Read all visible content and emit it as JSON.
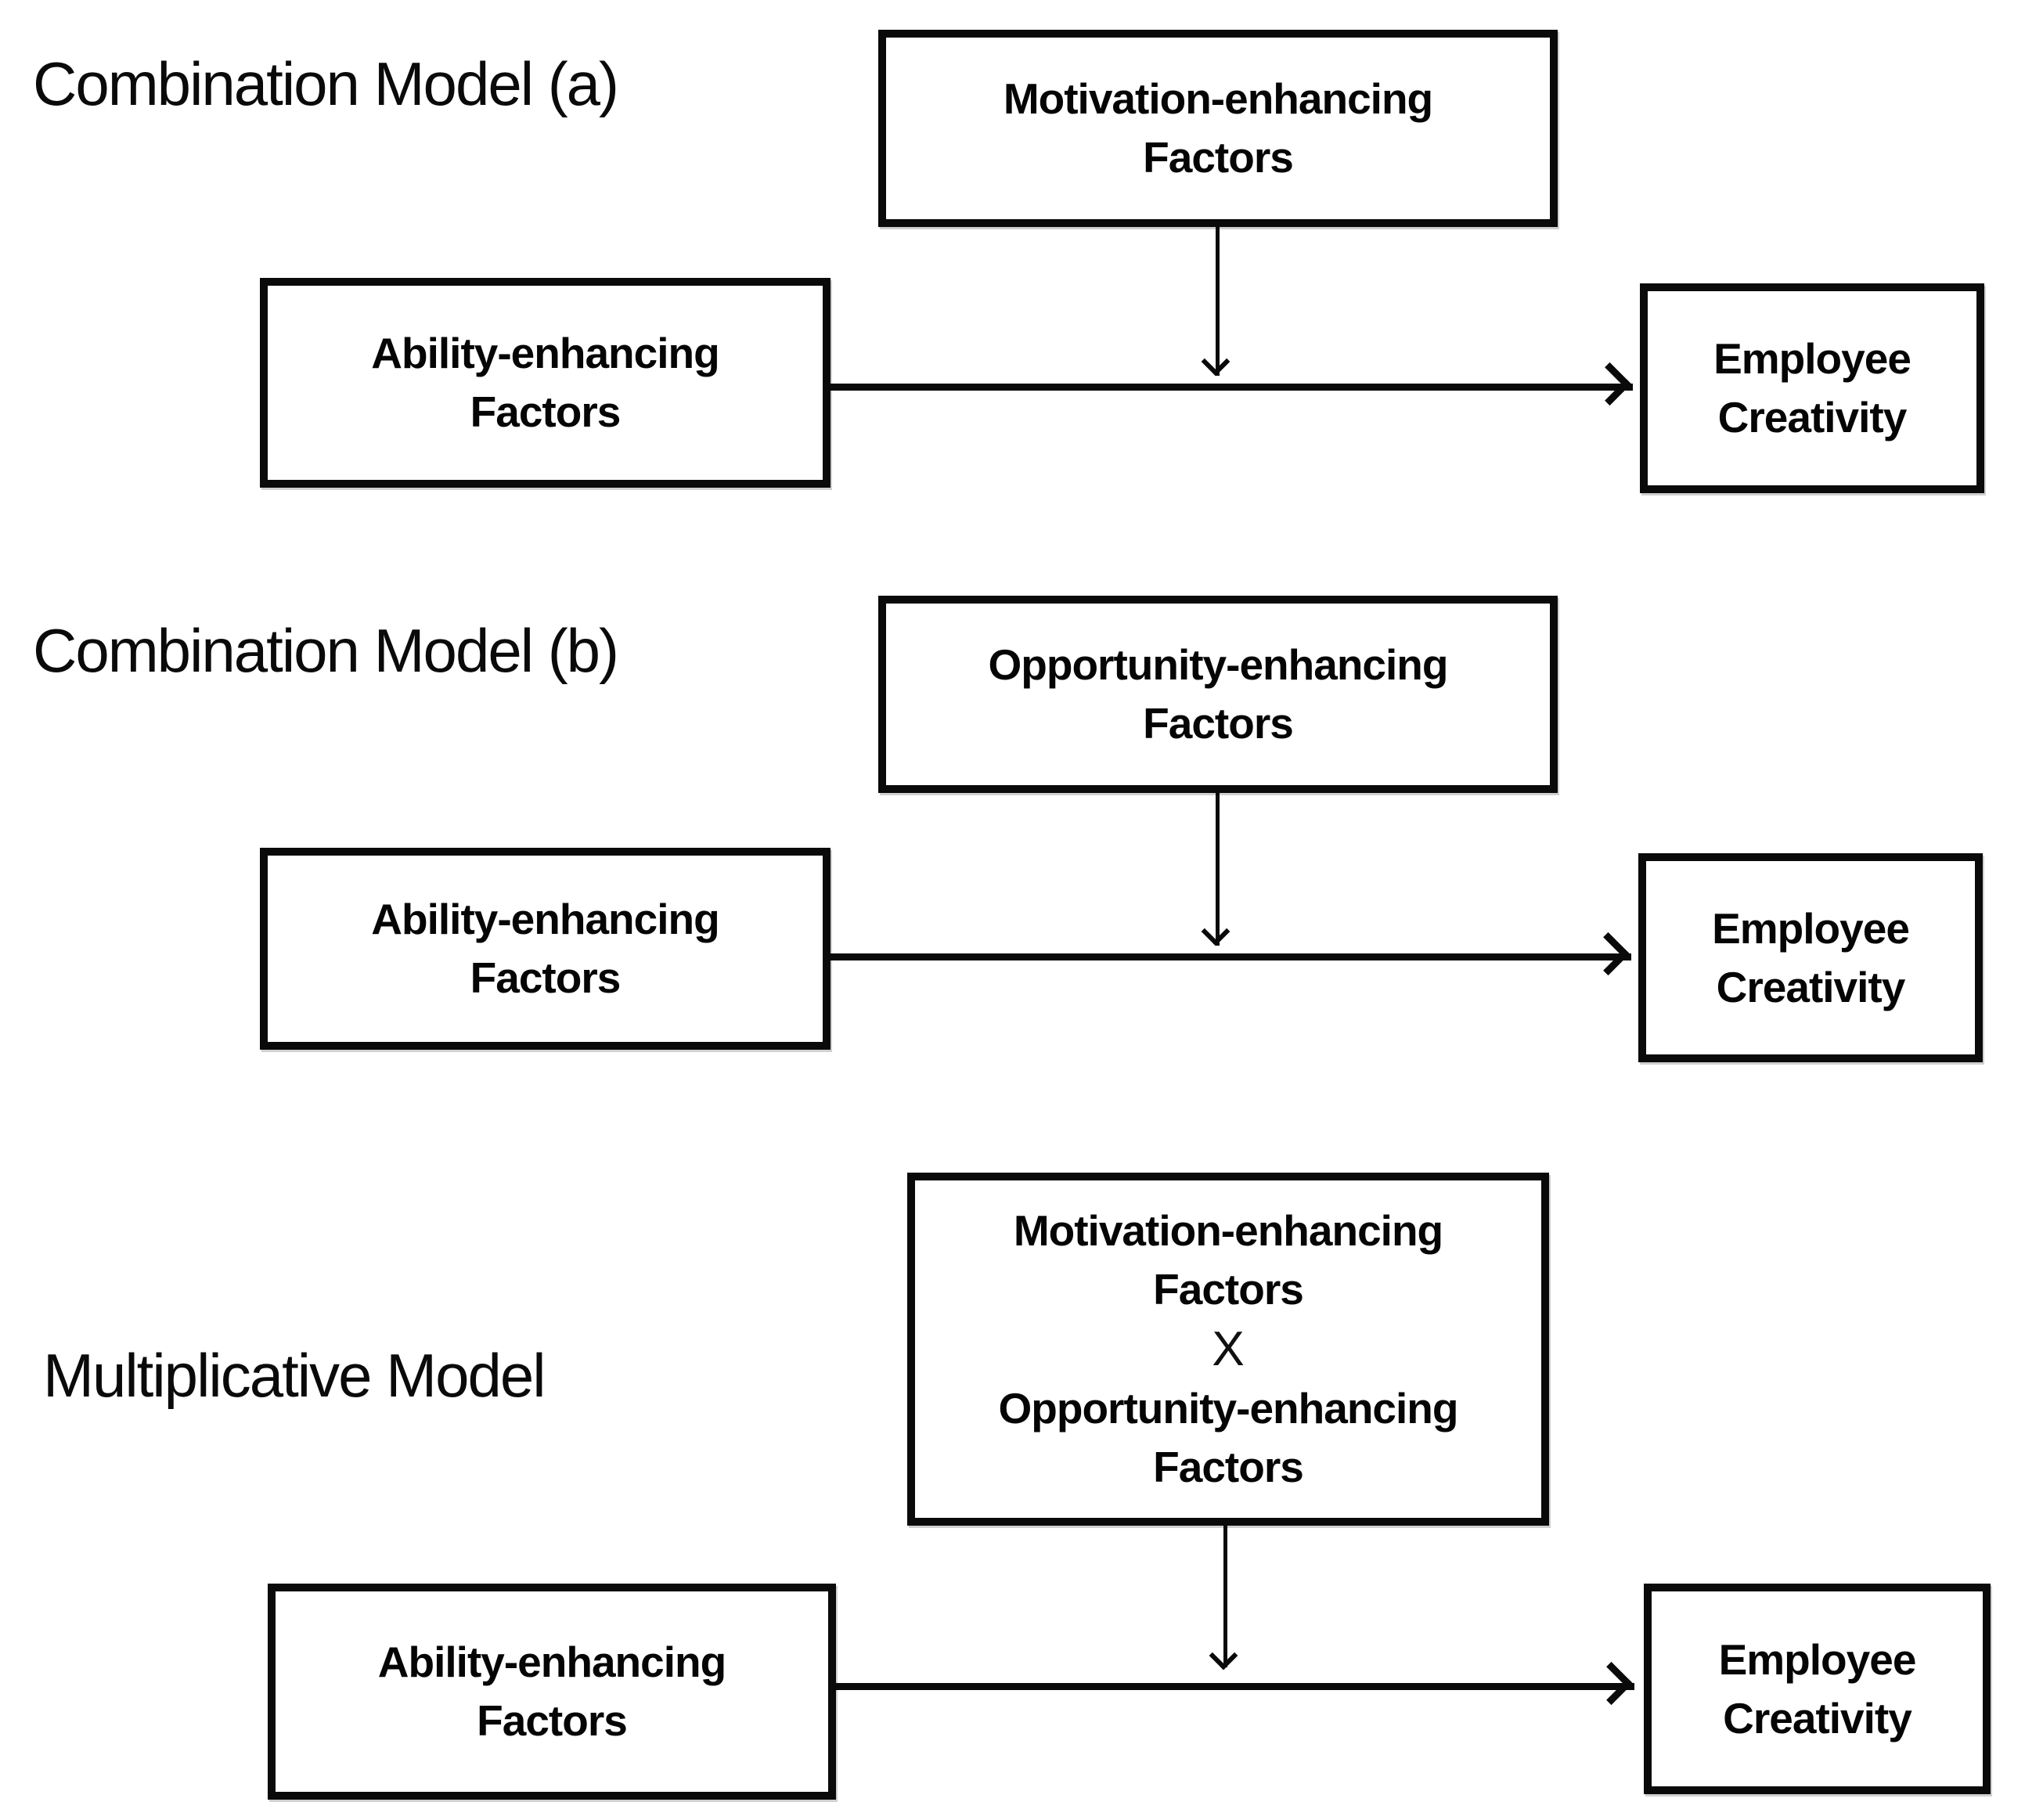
{
  "figure": {
    "background": "#ffffff",
    "box_border_color": "#0a0a0a",
    "text_color": "#000000",
    "diagrams": [
      {
        "label": "Combination Model (a)",
        "moderator": "Motivation-enhancing Factors",
        "antecedent": "Ability-enhancing Factors",
        "outcome": "Employee Creativity"
      },
      {
        "label": "Combination Model (b)",
        "moderator": "Opportunity-enhancing Factors",
        "antecedent": "Ability-enhancing Factors",
        "outcome": "Employee Creativity"
      },
      {
        "label": "Multiplicative Model",
        "moderator_line1": "Motivation-enhancing Factors",
        "multiplication_sign": "X",
        "moderator_line2": "Opportunity-enhancing Factors",
        "antecedent": "Ability-enhancing Factors",
        "outcome": "Employee Creativity"
      }
    ]
  }
}
